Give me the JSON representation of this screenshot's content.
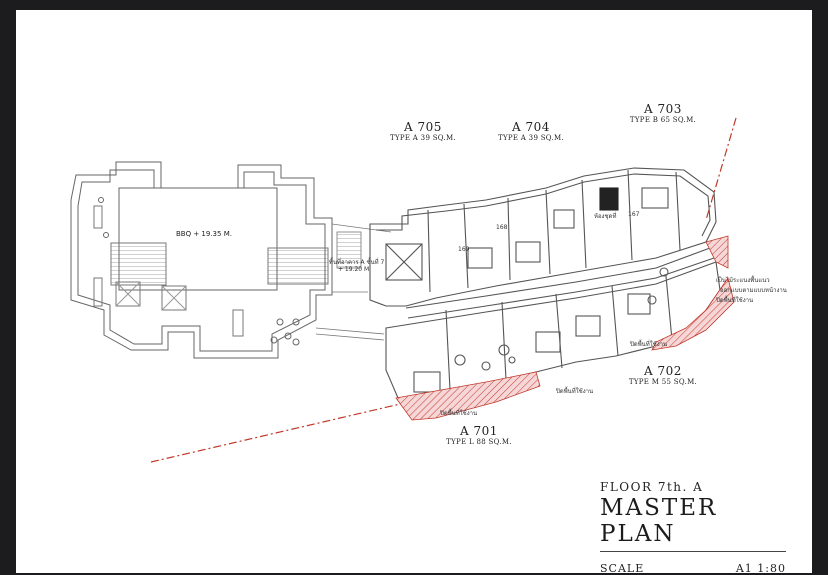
{
  "units": [
    {
      "name": "A 705",
      "type": "TYPE A 39 SQ.M."
    },
    {
      "name": "A 704",
      "type": "TYPE A 39 SQ.M."
    },
    {
      "name": "A 703",
      "type": "TYPE B 65 SQ.M."
    },
    {
      "name": "A 702",
      "type": "TYPE M 55 SQ.M."
    },
    {
      "name": "A 701",
      "type": "TYPE L 88 SQ.M."
    }
  ],
  "bbq_label": "BBQ + 19.35 M.",
  "level_note": [
    "พื้นที่อาคาร A ชั้นที่ 7",
    "+ 19.20 M"
  ],
  "room_numbers": [
    "169",
    "168",
    "167"
  ],
  "room_note": "ห้องชุดที่",
  "roof_note": "ปิดพื้นที่ใช้งาน",
  "side_notes": [
    "เป็นไม้ระแนงพื้นแนว",
    "ออกแบบตามแบบหน้างาน",
    "ปิดพื้นที่ใช้งาน"
  ],
  "title_block": {
    "floor": "FLOOR 7th. A",
    "title": "MASTER PLAN",
    "scale_label": "SCALE",
    "scale_value": "A1 1:80"
  },
  "colors": {
    "line": "#555555",
    "hatch": "#c0392b",
    "dash": "#c0392b",
    "frame": "#1c1c1e"
  }
}
